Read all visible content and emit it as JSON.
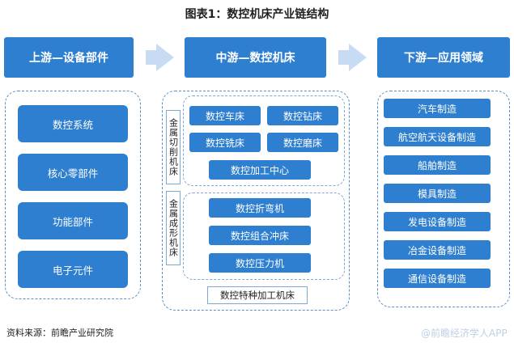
{
  "title": "图表1：数控机床产业链结构",
  "upstream": {
    "header": "上游—设备部件",
    "items": [
      "数控系统",
      "核心零部件",
      "功能部件",
      "电子元件"
    ]
  },
  "midstream": {
    "header": "中游—数控机床",
    "cutting": {
      "label": "金属切削机床",
      "items": [
        "数控车床",
        "数控钻床",
        "数控铣床",
        "数控磨床",
        "数控加工中心"
      ]
    },
    "forming": {
      "label": "金属成形机床",
      "items": [
        "数控折弯机",
        "数控组合冲床",
        "数控压力机"
      ]
    },
    "special": "数控特种加工机床"
  },
  "downstream": {
    "header": "下游—应用领域",
    "items": [
      "汽车制造",
      "航空航天设备制造",
      "船舶制造",
      "模具制造",
      "发电设备制造",
      "冶金设备制造",
      "通信设备制造"
    ]
  },
  "source": "资料来源：前瞻产业研究院",
  "watermark": "@前瞻经济学人APP"
}
